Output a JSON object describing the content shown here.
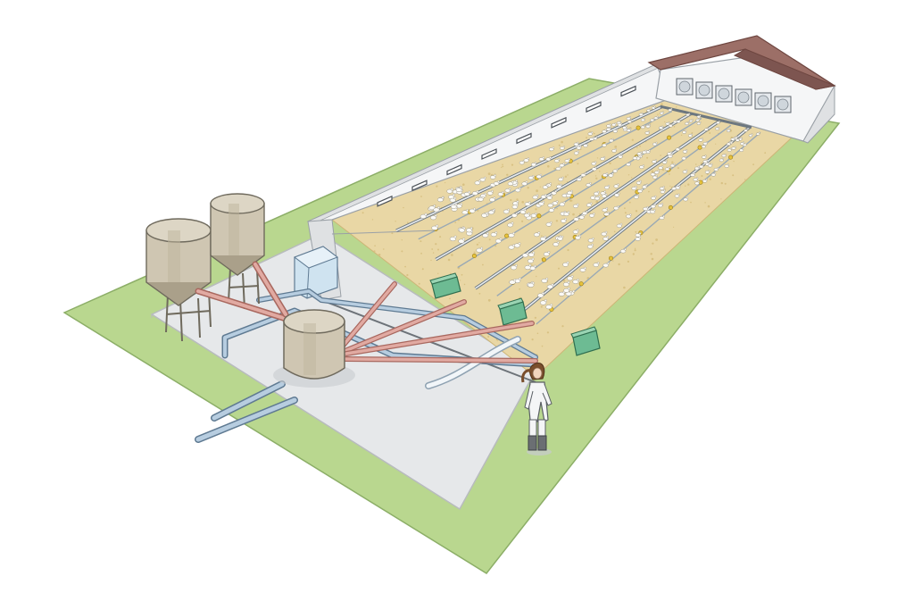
{
  "colors": {
    "background": "#ffffff",
    "grass": "#b9d78f",
    "grass_edge": "#8cae67",
    "concrete": "#e6e8ea",
    "concrete_edge": "#b8bbbe",
    "litter": "#e9d7a5",
    "litter_dark": "#d8c183",
    "wall": "#f5f6f7",
    "wall_shade": "#dfe1e3",
    "roof": "#9c6f67",
    "roof_dark": "#7d5550",
    "silo": "#cfc6b2",
    "silo_dark": "#aaa08a",
    "feed_pipe": "#e1aaa2",
    "feed_pipe_edge": "#a9685f",
    "water_pipe": "#b7cde0",
    "water_pipe_edge": "#5f7a92",
    "feeder_unit": "#6dbb93",
    "feeder_unit_edge": "#2f6e4f",
    "control_box": "#cfe3f0",
    "drinker_line": "#9aa9b4",
    "nipple": "#e6c23c",
    "chicken": "#fbfaf6",
    "suit": "#f4f5f6",
    "hair": "#7a4e2c",
    "boots": "#6b6f73"
  },
  "objects": {
    "silos": [
      "silo-left",
      "silo-right"
    ],
    "mixing_silo": "feed-hopper",
    "feeder_units": 3,
    "feed_lines": 4,
    "drinker_lines": 4,
    "wall_vents": 8,
    "exhaust_fans": 6,
    "worker": "farm-worker"
  }
}
